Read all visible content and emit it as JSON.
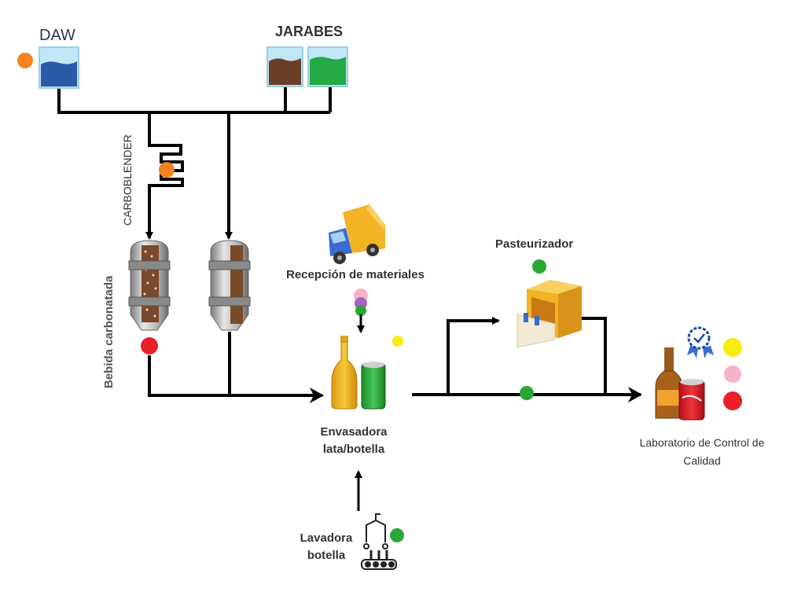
{
  "labels": {
    "daw": "DAW",
    "jarabes": "JARABES",
    "carboblender": "CARBOBLENDER",
    "bebida_carbonatada": "Bebida carbonatada",
    "recepcion": "Recepción de materiales",
    "pasteurizador": "Pasteurizador",
    "envasadora_line1": "Envasadora",
    "envasadora_line2": "lata/botella",
    "lavadora_line1": "Lavadora",
    "lavadora_line2": "botella",
    "laboratorio_line1": "Laboratorio de Control de",
    "laboratorio_line2": "Calidad"
  },
  "colors": {
    "orange_dot": "#f5821f",
    "red_dot": "#e8202a",
    "green_dot": "#2aa636",
    "yellow_dot": "#f7ec13",
    "pink_dot": "#f7b2c6",
    "purple_dot": "#a463c8",
    "line": "#000000",
    "tank_blue": "#2a5aa8",
    "tank_brown": "#6b3e26",
    "tank_green": "#22aa44",
    "glass": "#a8ddf0"
  },
  "icons": [
    "truck-icon",
    "pasteurizer-icon",
    "bottle-icon",
    "can-icon",
    "award-badge-icon",
    "washer-icon",
    "tank-icon",
    "coil-icon"
  ]
}
